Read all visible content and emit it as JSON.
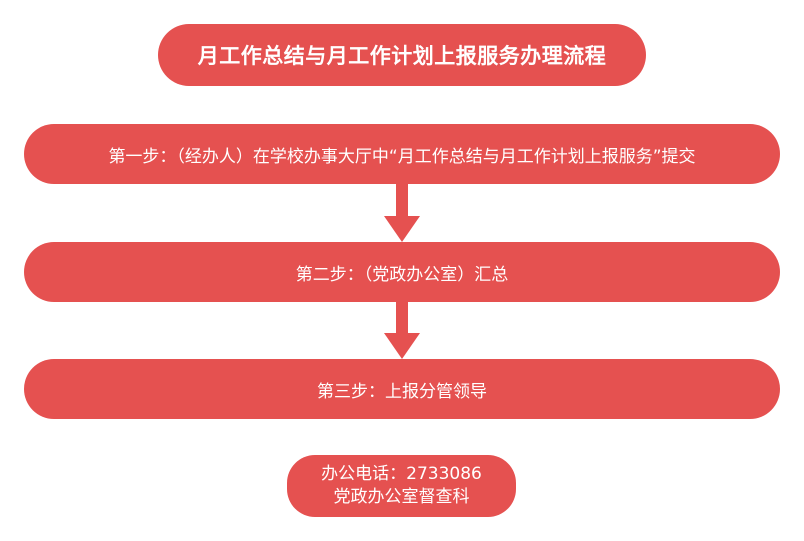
{
  "title": "月工作总结与月工作计划上报服务办理流程",
  "steps": [
    {
      "label": "第一步：（经办人）在学校办事大厅中“月工作总结与月工作计划上报服务”提交"
    },
    {
      "label": "第二步：（党政办公室）汇总"
    },
    {
      "label": "第三步：上报分管领导"
    }
  ],
  "contact": {
    "phone": "办公电话：2733086",
    "office": "党政办公室督查科"
  },
  "colors": {
    "accent": "#e55150",
    "text": "#ffffff",
    "background": "#ffffff"
  }
}
